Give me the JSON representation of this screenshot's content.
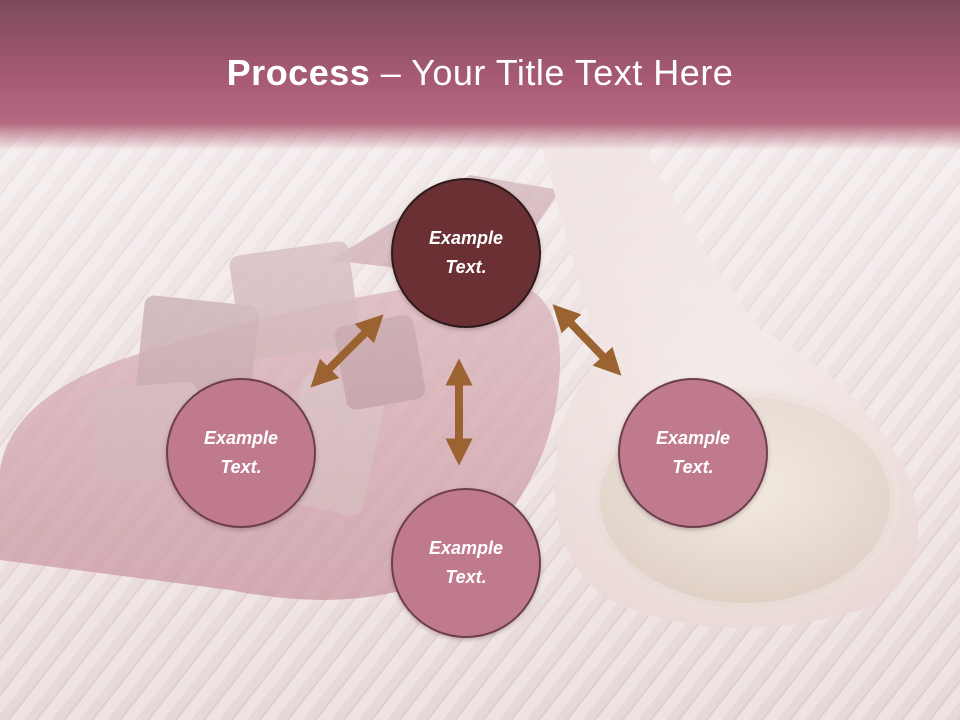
{
  "slide": {
    "title_bold": "Process",
    "title_rest": " – Your Title Text Here"
  },
  "nodes": {
    "top": "Example\nText.",
    "left": "Example\nText.",
    "right": "Example\nText.",
    "bottom": "Example\nText."
  },
  "colors": {
    "title_bar": "#a9566f",
    "node_primary": "#6a3034",
    "node_secondary": "#c07a8e",
    "arrow": "#9b6331",
    "background": "#ecdcdc"
  }
}
